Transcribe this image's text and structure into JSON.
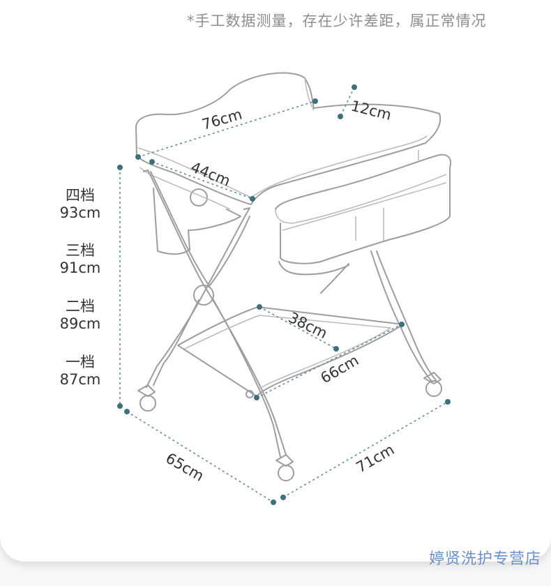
{
  "note": "*手工数据测量，存在少许差距，属正常情况",
  "height_levels": [
    {
      "level": "四档",
      "height": "93cm"
    },
    {
      "level": "三档",
      "height": "91cm"
    },
    {
      "level": "二档",
      "height": "89cm"
    },
    {
      "level": "一档",
      "height": "87cm"
    }
  ],
  "dimensions": {
    "top_length": "76cm",
    "rail_height": "12cm",
    "top_width": "44cm",
    "shelf_width": "38cm",
    "shelf_length": "66cm",
    "base_depth": "65cm",
    "base_length": "71cm"
  },
  "watermark": "婷贤洗护专营店",
  "colors": {
    "dimension_dot": "#3f6f7c",
    "dimension_line": "#5f8c96",
    "watermark": "#6a8fc9"
  }
}
